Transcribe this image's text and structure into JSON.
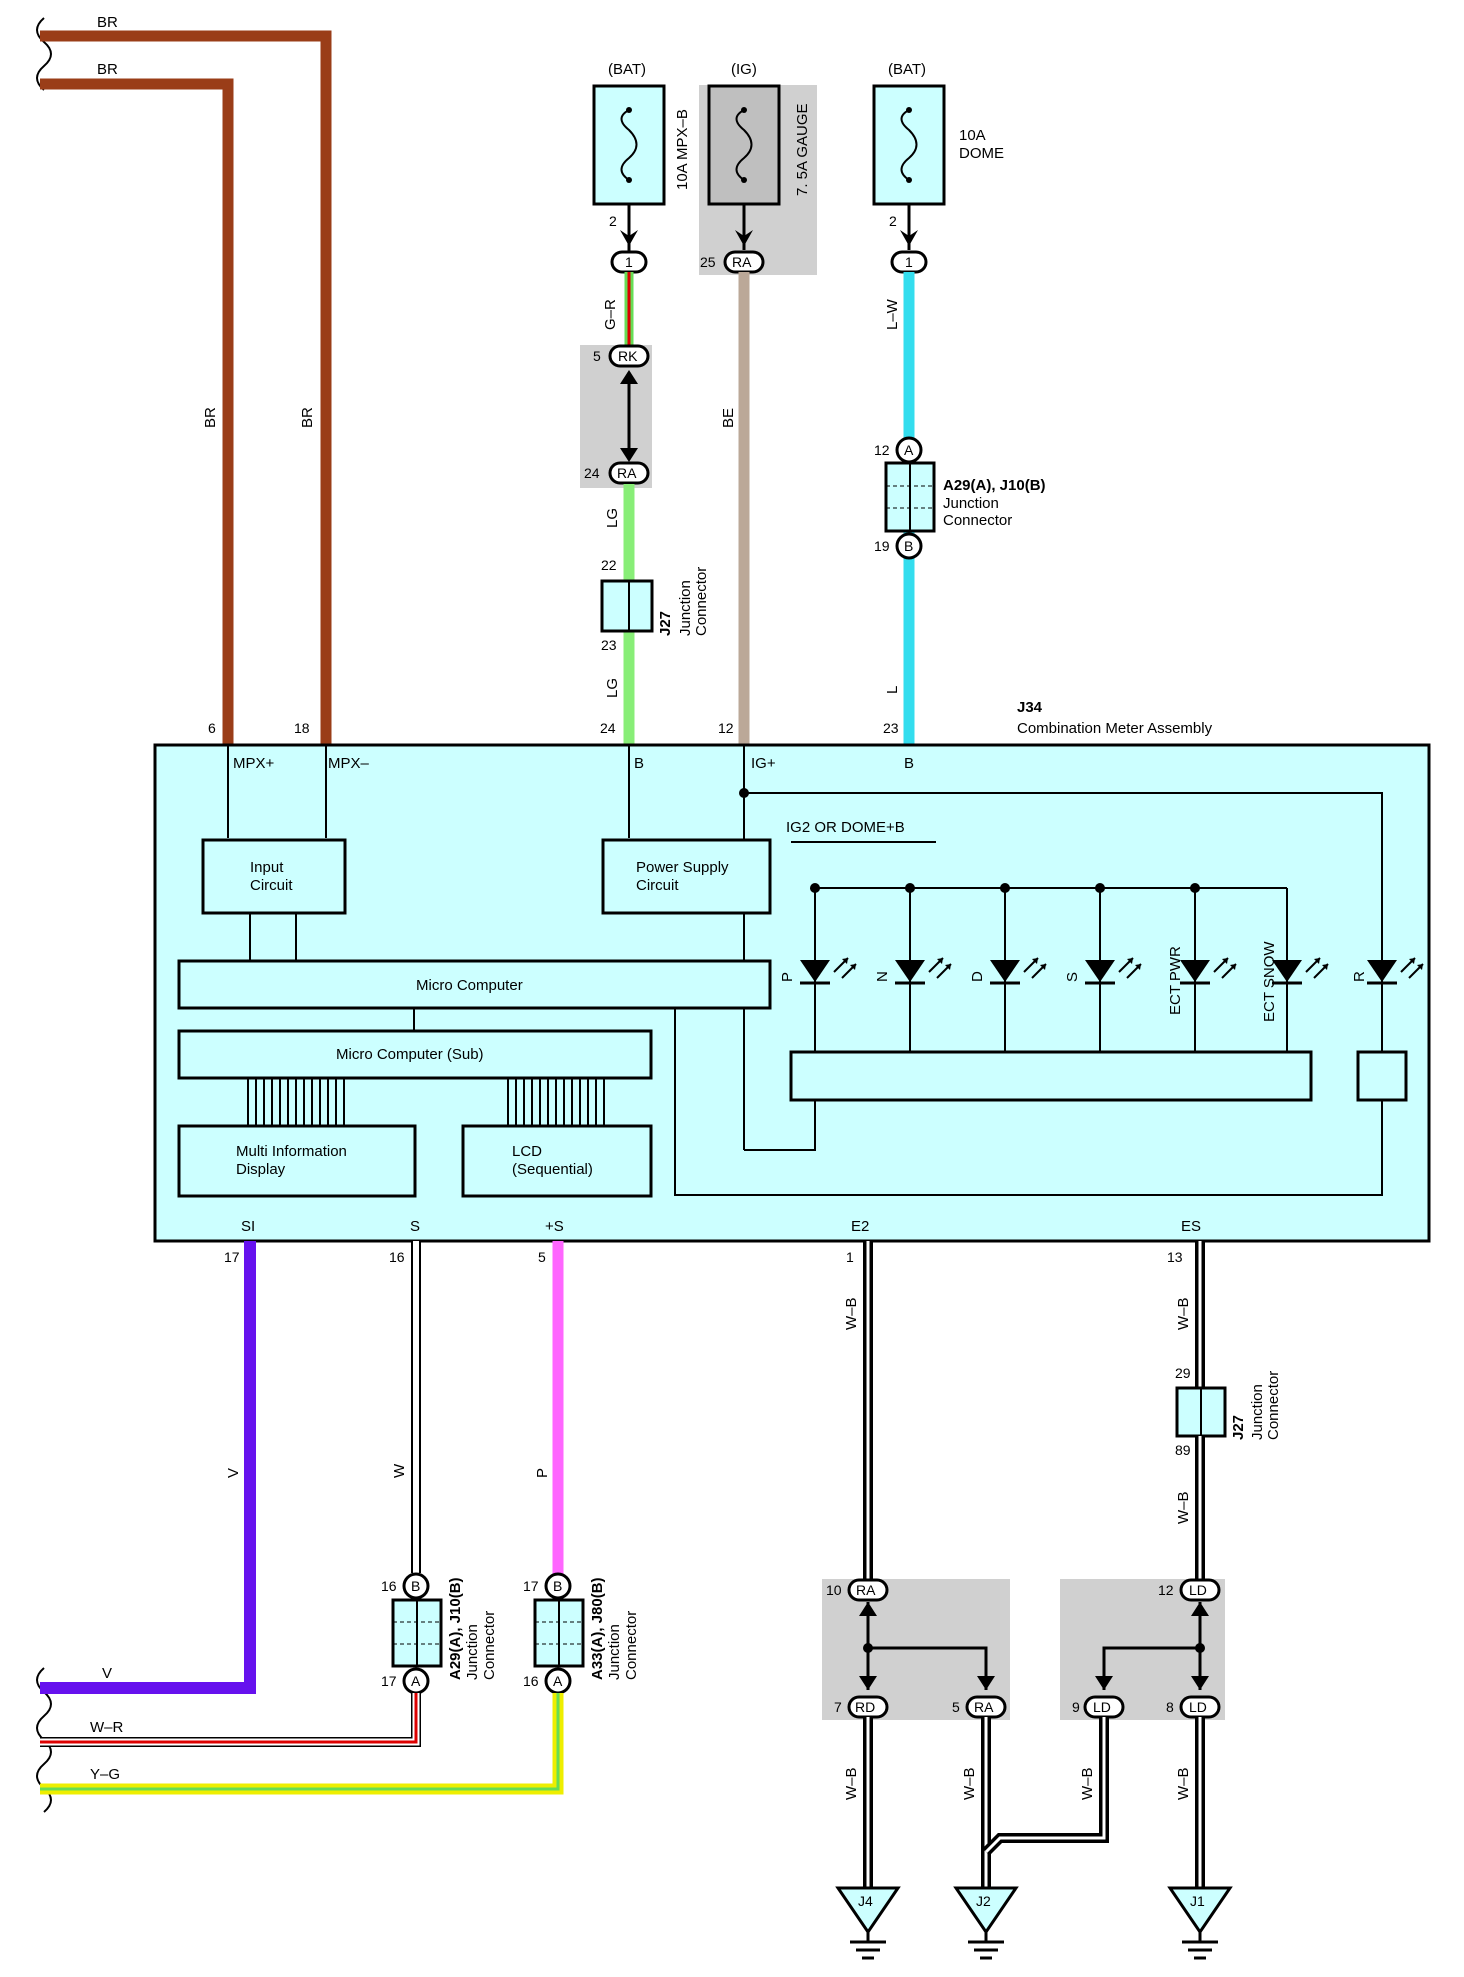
{
  "colors": {
    "meter_fill": "#ccffff",
    "connector_gray": "#d0d0d0"
  },
  "icons": [
    "fuse-icon",
    "led-icon",
    "ground-icon",
    "connector-icon",
    "wire-break-icon"
  ],
  "fuses": [
    {
      "source": "(BAT)",
      "name": "10A MPX–B",
      "pin_out": "2",
      "conn": "1"
    },
    {
      "source": "(IG)",
      "name": "7. 5A GAUGE",
      "pin_out": "25",
      "conn": "RA"
    },
    {
      "source": "(BAT)",
      "name_line1": "10A",
      "name_line2": "DOME",
      "pin_out": "2",
      "conn": "1"
    }
  ],
  "wires_top": {
    "br1": "BR",
    "br2": "BR",
    "br1_v": "BR",
    "br2_v": "BR",
    "gr": "G–R",
    "lg1": "LG",
    "lg2": "LG",
    "be": "BE",
    "lw": "L–W",
    "l": "L"
  },
  "conn_rk": {
    "pin_top": "5",
    "top": "RK",
    "pin_bot": "24",
    "bot": "RA"
  },
  "j27_top": {
    "pin_in": "22",
    "pin_out": "23",
    "id": "J27",
    "line1": "Junction",
    "line2": "Connector"
  },
  "j27_bot": {
    "pin_in": "29",
    "pin_out": "89",
    "id": "J27",
    "line1": "Junction",
    "line2": "Connector"
  },
  "a29_top": {
    "pin_in": "12",
    "conn_in": "A",
    "pin_out": "19",
    "conn_out": "B",
    "id": "A29(A), J10(B)",
    "line1": "Junction",
    "line2": "Connector"
  },
  "meter": {
    "id": "J34",
    "name": "Combination Meter Assembly",
    "pins_top": [
      "6",
      "18",
      "24",
      "12",
      "23"
    ],
    "term_mpx1": "MPX+",
    "term_mpx2": "MPX–",
    "term_b1": "B",
    "term_ig": "IG+",
    "term_b2": "B",
    "input_l1": "Input",
    "input_l2": "Circuit",
    "power_l1": "Power Supply",
    "power_l2": "Circuit",
    "ig2": "IG2 OR DOME+B",
    "micro": "Micro Computer",
    "micro_sub": "Micro Computer (Sub)",
    "mid_l1": "Multi Information",
    "mid_l2": "Display",
    "lcd_l1": "LCD",
    "lcd_l2": "(Sequential)",
    "leds": [
      "P",
      "N",
      "D",
      "S",
      "ECT PWR",
      "ECT SNOW",
      "R"
    ],
    "term_si": "SI",
    "term_s": "S",
    "term_ps": "+S",
    "term_e2": "E2",
    "term_es": "ES",
    "pins_bot": [
      "17",
      "16",
      "5",
      "1",
      "13"
    ]
  },
  "wires_bottom": {
    "v": "V",
    "w": "W",
    "p": "P",
    "wb_e2": "W–B",
    "wb_es": "W–B",
    "wb_es2": "W–B",
    "left_v": "V",
    "left_wr": "W–R",
    "left_yg": "Y–G",
    "wb1": "W–B",
    "wb2": "W–B",
    "wb3": "W–B",
    "wb4": "W–B"
  },
  "a29_bot": {
    "pin_in": "16",
    "conn_in": "B",
    "pin_out": "17",
    "conn_out": "A",
    "id": "A29(A), J10(B)",
    "line1": "Junction",
    "line2": "Connector"
  },
  "a33": {
    "pin_in": "17",
    "conn_in": "B",
    "pin_out": "16",
    "conn_out": "A",
    "id": "A33(A), J80(B)",
    "line1": "Junction",
    "line2": "Connector"
  },
  "ra_block": {
    "pin_top": "10",
    "top": "RA",
    "pin_l": "7",
    "left": "RD",
    "pin_r": "5",
    "right": "RA"
  },
  "ld_block": {
    "pin_top": "12",
    "top": "LD",
    "pin_l": "9",
    "left": "LD",
    "pin_r": "8",
    "right": "LD"
  },
  "grounds": [
    "J4",
    "J2",
    "J1"
  ]
}
